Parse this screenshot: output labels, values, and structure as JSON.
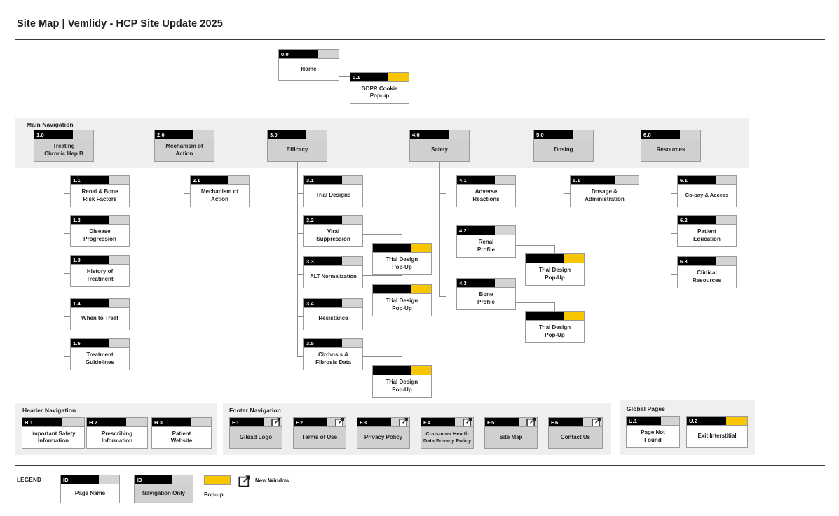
{
  "page": {
    "title": "Site Map | Vemlidy - HCP Site Update 2025"
  },
  "colors": {
    "accent_popup": "#f7c600",
    "header_black": "#000000",
    "header_gray": "#d4d4d4",
    "navonly_fill": "#d0d0d0",
    "band_fill": "#efefef",
    "connector": "#8c8c8c"
  },
  "sections": {
    "main_navigation": {
      "label": "Main Navigation"
    },
    "header_navigation": {
      "label": "Header Navigation"
    },
    "footer_navigation": {
      "label": "Footer Navigation"
    },
    "global_pages": {
      "label": "Global Pages"
    }
  },
  "nodes": {
    "home": {
      "id": "0.0",
      "label": "Home",
      "type": "page"
    },
    "gdpr": {
      "id": "0.1",
      "label": "GDPR Cookie\nPop-up",
      "type": "popup"
    },
    "n10": {
      "id": "1.0",
      "label": "Treating\nChronic Hep B",
      "type": "navonly"
    },
    "n11": {
      "id": "1.1",
      "label": "Renal & Bone\nRisk Factors",
      "type": "page"
    },
    "n12": {
      "id": "1.2",
      "label": "Disease\nProgression",
      "type": "page"
    },
    "n13": {
      "id": "1.3",
      "label": "History of\nTreatment",
      "type": "page"
    },
    "n14": {
      "id": "1.4",
      "label": "When to Treat",
      "type": "page"
    },
    "n15": {
      "id": "1.5",
      "label": "Treatment\nGuidelines",
      "type": "page"
    },
    "n20": {
      "id": "2.0",
      "label": "Mechanism of\nAction",
      "type": "navonly"
    },
    "n21": {
      "id": "2.1",
      "label": "Mechanism of\nAction",
      "type": "page"
    },
    "n30": {
      "id": "3.0",
      "label": "Efficacy",
      "type": "navonly"
    },
    "n31": {
      "id": "3.1",
      "label": "Trial Designs",
      "type": "page"
    },
    "n32": {
      "id": "3.2",
      "label": "Viral\nSuppression",
      "type": "page"
    },
    "n33": {
      "id": "3.3",
      "label": "ALT Normalization",
      "type": "page"
    },
    "n34": {
      "id": "3.4",
      "label": "Resistance",
      "type": "page"
    },
    "n35": {
      "id": "3.5",
      "label": "Cirrhosis &\nFibrosis Data",
      "type": "page"
    },
    "p32": {
      "id": "",
      "label": "Trial Design\nPop-Up",
      "type": "popup"
    },
    "p33": {
      "id": "",
      "label": "Trial Design\nPop-Up",
      "type": "popup"
    },
    "p35": {
      "id": "",
      "label": "Trial Design\nPop-Up",
      "type": "popup"
    },
    "n40": {
      "id": "4.0",
      "label": "Safety",
      "type": "navonly"
    },
    "n41": {
      "id": "4.1",
      "label": "Adverse\nReactions",
      "type": "page"
    },
    "n42": {
      "id": "4.2",
      "label": "Renal\nProfile",
      "type": "page"
    },
    "n43": {
      "id": "4.3",
      "label": "Bone\nProfile",
      "type": "page"
    },
    "p42": {
      "id": "",
      "label": "Trial Design\nPop-Up",
      "type": "popup"
    },
    "p43": {
      "id": "",
      "label": "Trial Design\nPop-Up",
      "type": "popup"
    },
    "n50": {
      "id": "5.0",
      "label": "Dosing",
      "type": "navonly"
    },
    "n51": {
      "id": "5.1",
      "label": "Dosage &\nAdministration",
      "type": "page"
    },
    "n60": {
      "id": "6.0",
      "label": "Resources",
      "type": "navonly"
    },
    "n61": {
      "id": "6.1",
      "label": "Co-pay & Access",
      "type": "page"
    },
    "n62": {
      "id": "6.2",
      "label": "Patient\nEducation",
      "type": "page"
    },
    "n63": {
      "id": "6.3",
      "label": "Clinical\nResources",
      "type": "page"
    },
    "h1": {
      "id": "H.1",
      "label": "Important Safety\nInformation",
      "type": "page"
    },
    "h2": {
      "id": "H.2",
      "label": "Prescribing\nInformation",
      "type": "page"
    },
    "h3": {
      "id": "H.3",
      "label": "Patient\nWebsite",
      "type": "page"
    },
    "f1": {
      "id": "F.1",
      "label": "Gilead Logo",
      "type": "navonly",
      "new_window": true
    },
    "f2": {
      "id": "F.2",
      "label": "Terms of Use",
      "type": "navonly",
      "new_window": true
    },
    "f3": {
      "id": "F.3",
      "label": "Privacy Policy",
      "type": "navonly",
      "new_window": true
    },
    "f4": {
      "id": "F.4",
      "label": "Consumer Health\nData Privacy Policy",
      "type": "navonly",
      "new_window": true
    },
    "f5": {
      "id": "F.5",
      "label": "Site Map",
      "type": "navonly",
      "new_window": true
    },
    "f6": {
      "id": "F.6",
      "label": "Contact Us",
      "type": "navonly",
      "new_window": true
    },
    "u1": {
      "id": "U.1",
      "label": "Page Not\nFound",
      "type": "page"
    },
    "u2": {
      "id": "U.2",
      "label": "Exit Interstitial",
      "type": "popup"
    }
  },
  "legend": {
    "title": "LEGEND",
    "page_id": "ID",
    "page_label": "Page Name",
    "nav_id": "ID",
    "nav_label": "Navigation Only",
    "popup_label": "Pop-up",
    "new_window_label": "New Window"
  }
}
